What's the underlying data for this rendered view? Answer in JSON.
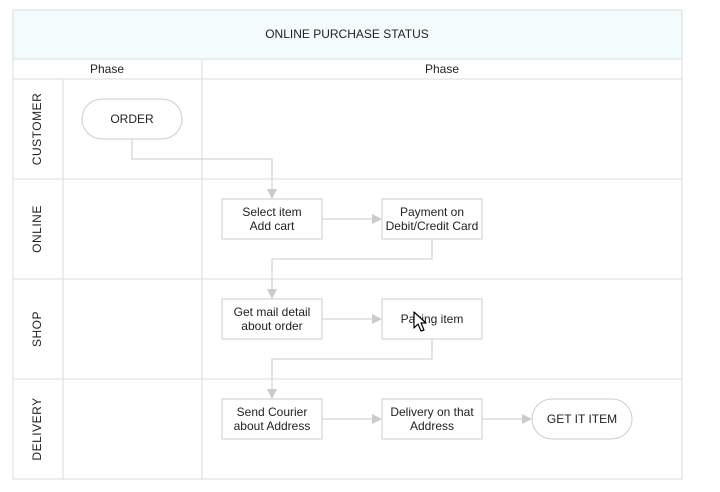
{
  "title": "ONLINE PURCHASE STATUS",
  "phases": [
    "Phase",
    "Phase"
  ],
  "lanes": [
    "CUSTOMER",
    "ONLINE",
    "SHOP",
    "DELIVERY"
  ],
  "nodes": {
    "order": {
      "shape": "rounded",
      "lines": [
        "ORDER"
      ]
    },
    "select_item": {
      "shape": "rect",
      "lines": [
        "Select item",
        "Add cart"
      ]
    },
    "payment": {
      "shape": "rect",
      "lines": [
        "Payment on",
        "Debit/Credit Card"
      ]
    },
    "get_mail": {
      "shape": "rect",
      "lines": [
        "Get mail detail",
        "about order"
      ]
    },
    "packing": {
      "shape": "rect",
      "lines": [
        "Paking item"
      ]
    },
    "send_courier": {
      "shape": "rect",
      "lines": [
        "Send Courier",
        "about Address"
      ]
    },
    "delivery_on_address": {
      "shape": "rect",
      "lines": [
        "Delivery on that",
        "Address"
      ]
    },
    "get_it_item": {
      "shape": "rounded",
      "lines": [
        "GET IT ITEM"
      ]
    }
  },
  "edges": [
    [
      "order",
      "select_item"
    ],
    [
      "select_item",
      "payment"
    ],
    [
      "payment",
      "get_mail"
    ],
    [
      "get_mail",
      "packing"
    ],
    [
      "packing",
      "send_courier"
    ],
    [
      "send_courier",
      "delivery_on_address"
    ],
    [
      "delivery_on_address",
      "get_it_item"
    ]
  ],
  "colors": {
    "header_fill": "#f2fcfc",
    "grid_line": "#d7dde0",
    "node_border": "#c9cfd2",
    "connector": "#c8ccce",
    "text": "#222222"
  }
}
